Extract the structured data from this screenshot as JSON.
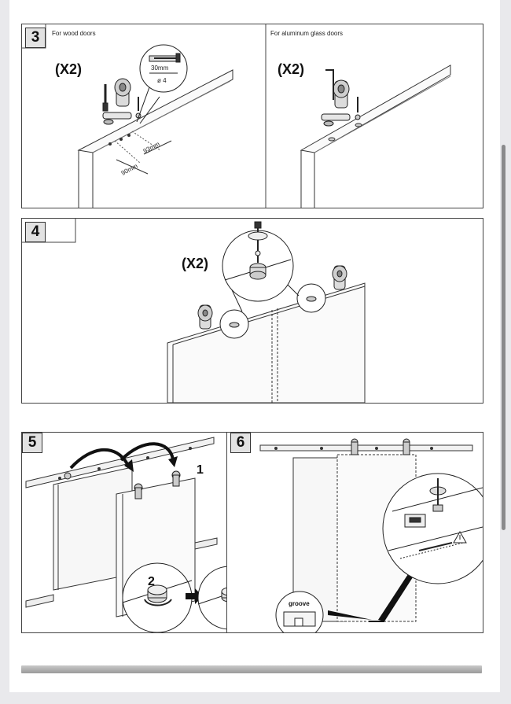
{
  "steps": [
    {
      "number": "3",
      "captions": [
        "For wood doors",
        "For aluminum glass doors"
      ],
      "count": "(X2)"
    },
    {
      "number": "4",
      "count": "(X2)"
    },
    {
      "number": "5",
      "callouts": [
        "1",
        "2"
      ]
    },
    {
      "number": "6",
      "groove_label": "groove"
    }
  ],
  "dimensions": {
    "offset_a": "90mm",
    "offset_b": "93mm",
    "screw_length": "30mm",
    "screw_diameter": "ø 4"
  }
}
